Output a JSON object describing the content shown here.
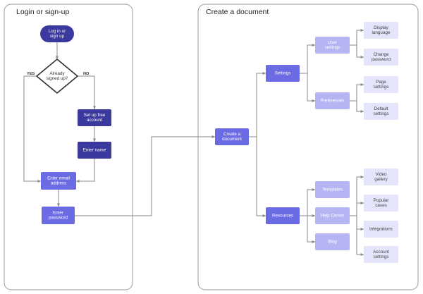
{
  "colors": {
    "dark": "#3a3a9e",
    "mid": "#6b6be3",
    "light": "#b5b5f4",
    "lighter": "#e4e4fa",
    "connector": "#8a8a8a",
    "lane_border": "#9a9a9a",
    "text_dark": "#444444",
    "text_light": "#ffffff"
  },
  "lanes": {
    "login": {
      "title": "Login or sign-up"
    },
    "create": {
      "title": "Create a document"
    }
  },
  "nodes": {
    "login_start": {
      "lines": [
        "Log in or",
        "sign up"
      ]
    },
    "already": {
      "lines": [
        "Already",
        "signed up?"
      ]
    },
    "setup": {
      "lines": [
        "Set up free",
        "account"
      ]
    },
    "enter_name": {
      "lines": [
        "Enter name"
      ]
    },
    "enter_email": {
      "lines": [
        "Enter email",
        "address"
      ]
    },
    "enter_pass": {
      "lines": [
        "Enter",
        "password"
      ]
    },
    "create_doc": {
      "lines": [
        "Create a",
        "document"
      ]
    },
    "settings": {
      "lines": [
        "Settings"
      ]
    },
    "resources": {
      "lines": [
        "Resources"
      ]
    },
    "user_settings": {
      "lines": [
        "User",
        "settings"
      ]
    },
    "preferences": {
      "lines": [
        "Preferences"
      ]
    },
    "templates": {
      "lines": [
        "Templates"
      ]
    },
    "help_center": {
      "lines": [
        "Help Center"
      ]
    },
    "blog": {
      "lines": [
        "Blog"
      ]
    },
    "display_lang": {
      "lines": [
        "Display",
        "language"
      ]
    },
    "change_pass": {
      "lines": [
        "Change",
        "password"
      ]
    },
    "page_settings": {
      "lines": [
        "Page",
        "settings"
      ]
    },
    "default_set": {
      "lines": [
        "Default",
        "settings"
      ]
    },
    "video": {
      "lines": [
        "Video",
        "gallery"
      ]
    },
    "popular": {
      "lines": [
        "Popular",
        "cases"
      ]
    },
    "integrations": {
      "lines": [
        "Integrations"
      ]
    },
    "account_set": {
      "lines": [
        "Account",
        "settings"
      ]
    }
  },
  "edge_labels": {
    "yes": "YES",
    "no": "NO"
  }
}
